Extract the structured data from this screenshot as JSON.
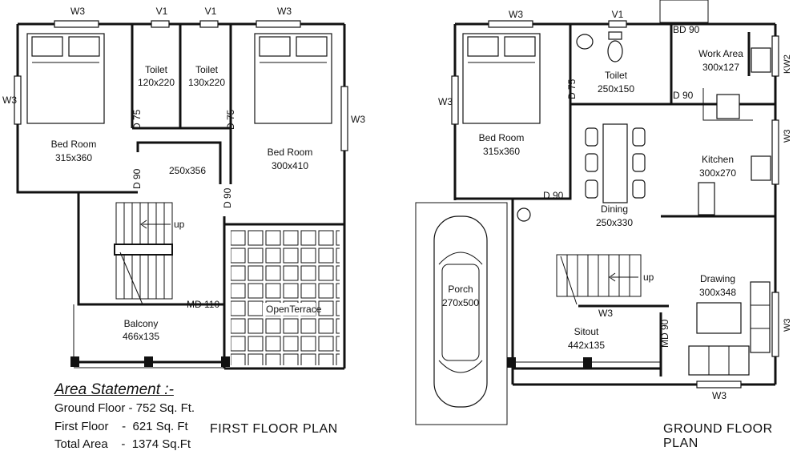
{
  "first_floor": {
    "title": "FIRST FLOOR PLAN",
    "bed_left": {
      "name": "Bed Room",
      "size": "315x360"
    },
    "toilet_a": {
      "name": "Toilet",
      "size": "120x220"
    },
    "toilet_b": {
      "name": "Toilet",
      "size": "130x220"
    },
    "bed_right": {
      "name": "Bed Room",
      "size": "300x410"
    },
    "lobby_size": "250x356",
    "balcony": {
      "name": "Balcony",
      "size": "466x135"
    },
    "terrace": "OpenTerrace",
    "up": "up",
    "codes": {
      "w3": "W3",
      "v1": "V1",
      "d75": "D 75",
      "d90": "D 90",
      "md110": "MD 110"
    }
  },
  "ground_floor": {
    "title": "GROUND FLOOR PLAN",
    "bed": {
      "name": "Bed Room",
      "size": "315x360"
    },
    "toilet": {
      "name": "Toilet",
      "size": "250x150"
    },
    "work_area": {
      "name": "Work Area",
      "size": "300x127"
    },
    "kitchen": {
      "name": "Kitchen",
      "size": "300x270"
    },
    "dining": {
      "name": "Dining",
      "size": "250x330"
    },
    "drawing": {
      "name": "Drawing",
      "size": "300x348"
    },
    "porch": {
      "name": "Porch",
      "size": "270x500"
    },
    "sitout": {
      "name": "Sitout",
      "size": "442x135"
    },
    "up": "up",
    "codes": {
      "w3": "W3",
      "v1": "V1",
      "bd90": "BD 90",
      "d90": "D 90",
      "d75": "D 75",
      "kw2": "KW2",
      "md90": "MD 90"
    }
  },
  "area_statement": {
    "title": "Area Statement :-",
    "rows": [
      {
        "label": "Ground Floor",
        "sep": " - ",
        "value": "752 Sq. Ft."
      },
      {
        "label": "First Floor",
        "sep": "    -  ",
        "value": "621 Sq. Ft"
      },
      {
        "label": "Total Area",
        "sep": "    -  ",
        "value": "1374 Sq.Ft"
      }
    ]
  }
}
